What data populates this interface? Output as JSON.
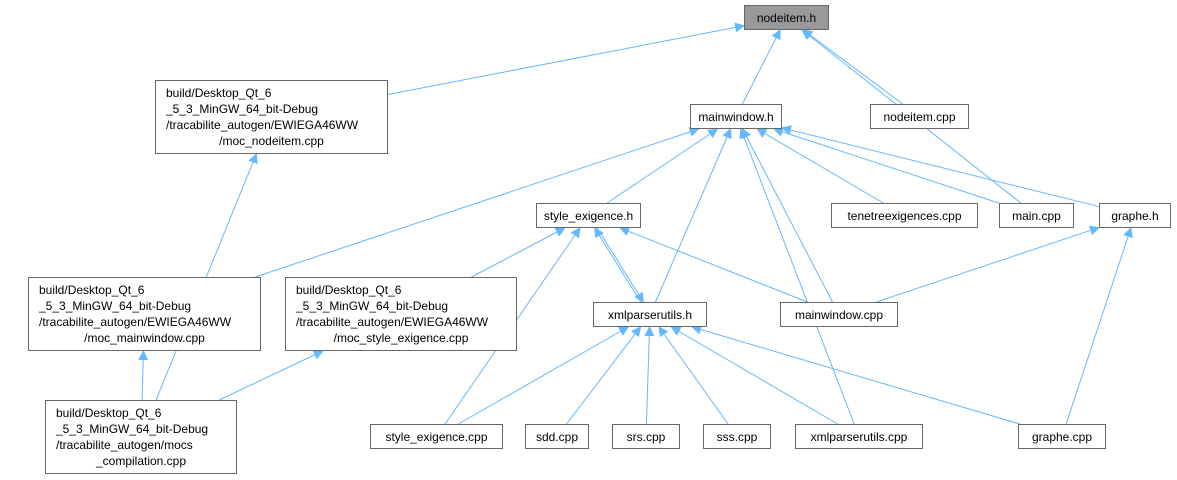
{
  "colors": {
    "edge": "#63b8ff",
    "root_fill": "#999999",
    "border": "#666666"
  },
  "nodes": {
    "nodeitem_h": "nodeitem.h",
    "moc_nodeitem": [
      "build/Desktop_Qt_6",
      "_5_3_MinGW_64_bit-Debug",
      "/tracabilite_autogen/EWIEGA46WW",
      "/moc_nodeitem.cpp"
    ],
    "nodeitem_cpp": "nodeitem.cpp",
    "mainwindow_h": "mainwindow.h",
    "style_exigence_h": "style_exigence.h",
    "tenetreexigences_cpp": "tenetreexigences.cpp",
    "main_cpp": "main.cpp",
    "graphe_h": "graphe.h",
    "moc_mainwindow": [
      "build/Desktop_Qt_6",
      "_5_3_MinGW_64_bit-Debug",
      "/tracabilite_autogen/EWIEGA46WW",
      "/moc_mainwindow.cpp"
    ],
    "moc_style_exigence": [
      "build/Desktop_Qt_6",
      "_5_3_MinGW_64_bit-Debug",
      "/tracabilite_autogen/EWIEGA46WW",
      "/moc_style_exigence.cpp"
    ],
    "xmlparserutils_h": "xmlparserutils.h",
    "mainwindow_cpp": "mainwindow.cpp",
    "mocs_compilation": [
      "build/Desktop_Qt_6",
      "_5_3_MinGW_64_bit-Debug",
      "/tracabilite_autogen/mocs",
      "_compilation.cpp"
    ],
    "style_exigence_cpp": "style_exigence.cpp",
    "sdd_cpp": "sdd.cpp",
    "srs_cpp": "srs.cpp",
    "sss_cpp": "sss.cpp",
    "xmlparserutils_cpp": "xmlparserutils.cpp",
    "graphe_cpp": "graphe.cpp"
  },
  "edges": [
    [
      "moc_nodeitem",
      "nodeitem_h"
    ],
    [
      "mainwindow_h",
      "nodeitem_h"
    ],
    [
      "nodeitem_cpp",
      "nodeitem_h"
    ],
    [
      "main_cpp",
      "nodeitem_h"
    ],
    [
      "style_exigence_h",
      "mainwindow_h"
    ],
    [
      "tenetreexigences_cpp",
      "mainwindow_h"
    ],
    [
      "main_cpp",
      "mainwindow_h"
    ],
    [
      "graphe_h",
      "mainwindow_h"
    ],
    [
      "moc_mainwindow",
      "mainwindow_h"
    ],
    [
      "xmlparserutils_h",
      "mainwindow_h"
    ],
    [
      "xmlparserutils_cpp",
      "mainwindow_h"
    ],
    [
      "mainwindow_cpp",
      "mainwindow_h"
    ],
    [
      "mocs_compilation",
      "moc_nodeitem"
    ],
    [
      "mocs_compilation",
      "moc_mainwindow"
    ],
    [
      "mocs_compilation",
      "moc_style_exigence"
    ],
    [
      "moc_style_exigence",
      "style_exigence_h"
    ],
    [
      "xmlparserutils_h",
      "style_exigence_h"
    ],
    [
      "style_exigence_h",
      "xmlparserutils_h"
    ],
    [
      "style_exigence_cpp",
      "style_exigence_h"
    ],
    [
      "mainwindow_cpp",
      "style_exigence_h"
    ],
    [
      "mainwindow_cpp",
      "graphe_h"
    ],
    [
      "graphe_cpp",
      "graphe_h"
    ],
    [
      "style_exigence_cpp",
      "xmlparserutils_h"
    ],
    [
      "sdd_cpp",
      "xmlparserutils_h"
    ],
    [
      "srs_cpp",
      "xmlparserutils_h"
    ],
    [
      "sss_cpp",
      "xmlparserutils_h"
    ],
    [
      "xmlparserutils_cpp",
      "xmlparserutils_h"
    ],
    [
      "graphe_cpp",
      "xmlparserutils_h"
    ]
  ]
}
